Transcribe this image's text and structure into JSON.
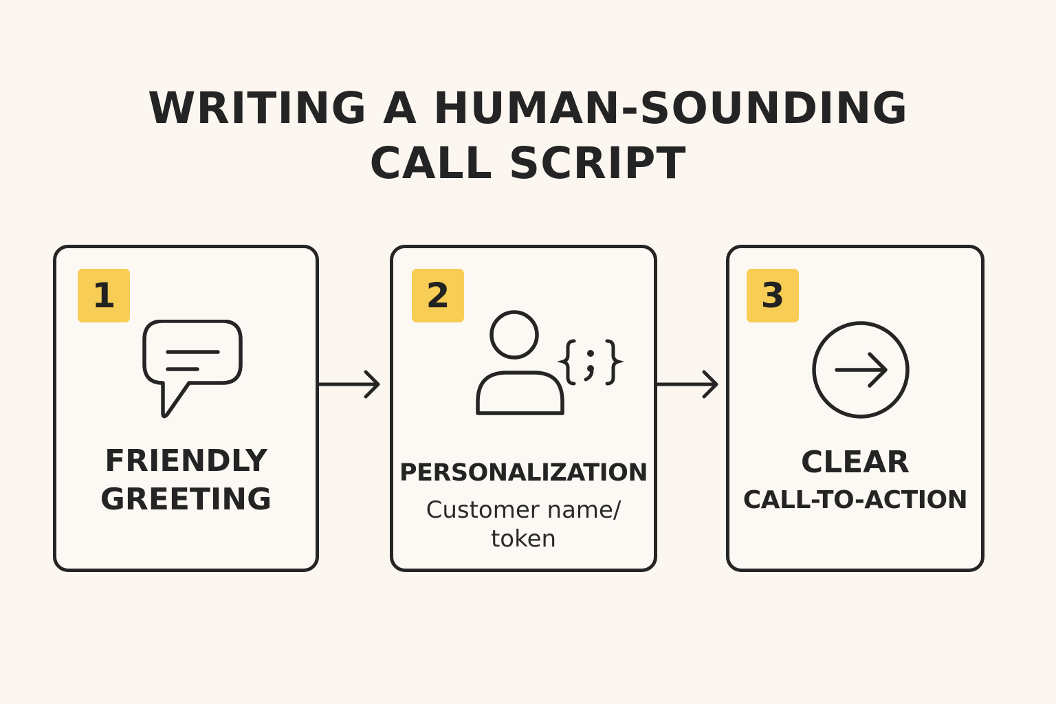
{
  "title": {
    "line1": "WRITING A HUMAN-SOUNDING",
    "line2": "CALL SCRIPT"
  },
  "colors": {
    "background": "#fbf6f0",
    "card_border": "#252525",
    "badge": "#f8cd55",
    "text": "#222222"
  },
  "steps": [
    {
      "number": "1",
      "icon": "speech-bubble-icon",
      "heading": [
        "FRIENDLY",
        "GREETING"
      ]
    },
    {
      "number": "2",
      "icon": "person-with-braces-icon",
      "heading": [
        "PERSONALIZATION"
      ],
      "detail": [
        "Customer name/",
        "token"
      ]
    },
    {
      "number": "3",
      "icon": "circle-arrow-right-icon",
      "heading": [
        "CLEAR",
        "CALL-TO-ACTION"
      ]
    }
  ],
  "connectors": [
    "arrow-right-icon",
    "arrow-right-icon"
  ]
}
